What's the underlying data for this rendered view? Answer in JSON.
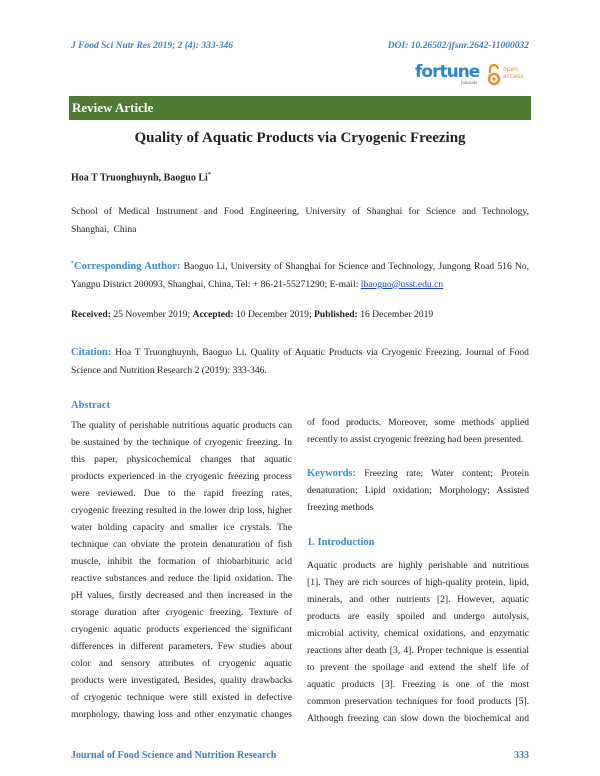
{
  "header": {
    "citation": "J Food Sci Nutr Res 2019; 2 (4): 333-346",
    "doi": "DOI: 10.26502/jfsnr.2642-11000032",
    "logo_text": "fortune",
    "logo_sub": "journals",
    "oa_text": "open access"
  },
  "banner": "Review Article",
  "title": "Quality of Aquatic Products via Cryogenic Freezing",
  "authors": "Hoa T Truonghuynh, Baoguo Li",
  "authors_mark": "*",
  "affiliation": "School of Medical Instrument and Food Engineering, University of Shanghai for Science and Technology, Shanghai, China",
  "corresponding": {
    "mark": "*",
    "label": "Corresponding Author:",
    "text": "Baoguo Li, University of Shanghai for Science and Technology, Jungong Road 516 No, Yangpu District 200093, Shanghai, China, Tel: + 86-21-55271290; E-mail:",
    "email": "lbaoguo@usst.edu.cn"
  },
  "dates": {
    "received_label": "Received:",
    "received": "25 November 2019;",
    "accepted_label": "Accepted:",
    "accepted": "10 December 2019;",
    "published_label": "Published:",
    "published": "16 December 2019"
  },
  "citation": {
    "label": "Citation:",
    "text": "Hoa T Truonghuynh, Baoguo Li.  Quality of Aquatic Products via Cryogenic Freezing. Journal of Food Science and Nutrition Research 2 (2019): 333-346."
  },
  "abstract": {
    "heading": "Abstract",
    "lines": [
      "The quality of perishable nutritious aquatic products can",
      "be sustained by the technique of cryogenic freezing. In",
      "this paper, physicochemical changes that aquatic",
      "products experienced in the cryogenic freezing process",
      "were reviewed. Due to the rapid freezing rates,",
      "cryogenic freezing resulted in the lower drip loss, higher",
      "water holding capacity and smaller ice crystals. The",
      "technique can obviate the protein denaturation of fish",
      "muscle, inhibit the formation of thiobarbituric acid",
      "reactive substances and reduce the lipid oxidation. The",
      "pH values, firstly decreased and then increased in the",
      "storage duration after cryogenic freezing. Texture of",
      "cryogenic aquatic products experienced the significant",
      "differences in different parameters. Few studies about",
      "color and sensory attributes of cryogenic aquatic",
      "products were investigated. Besides, quality drawbacks",
      "of cryogenic technique were still existed in defective",
      "morphology, thawing loss and other enzymatic changes"
    ],
    "continued": [
      "of food products. Moreover, some methods applied",
      "recently to assist cryogenic freezing had been presented."
    ]
  },
  "keywords": {
    "label": "Keywords:",
    "lines": [
      "Freezing rate; Water content; Protein",
      "denaturation; Lipid oxidation; Morphology; Assisted",
      "freezing methods"
    ]
  },
  "introduction": {
    "heading": "1. Introduction",
    "lines": [
      "Aquatic products are highly perishable and nutritious",
      "[1]. They are rich sources of high-quality protein, lipid,",
      "minerals, and other nutrients [2]. However, aquatic",
      "products are easily spoiled and undergo autolysis,",
      "microbial activity, chemical oxidations, and enzymatic",
      "reactions after death [3, 4]. Proper technique is essential",
      "to prevent the spoilage and extend the shelf life of",
      "aquatic products [3]. Freezing is one of the most",
      "common preservation techniques for food products [5].",
      "Although freezing can slow down the biochemical and"
    ]
  },
  "footer": {
    "journal": "Journal of Food Science and Nutrition Research",
    "page": "333"
  }
}
